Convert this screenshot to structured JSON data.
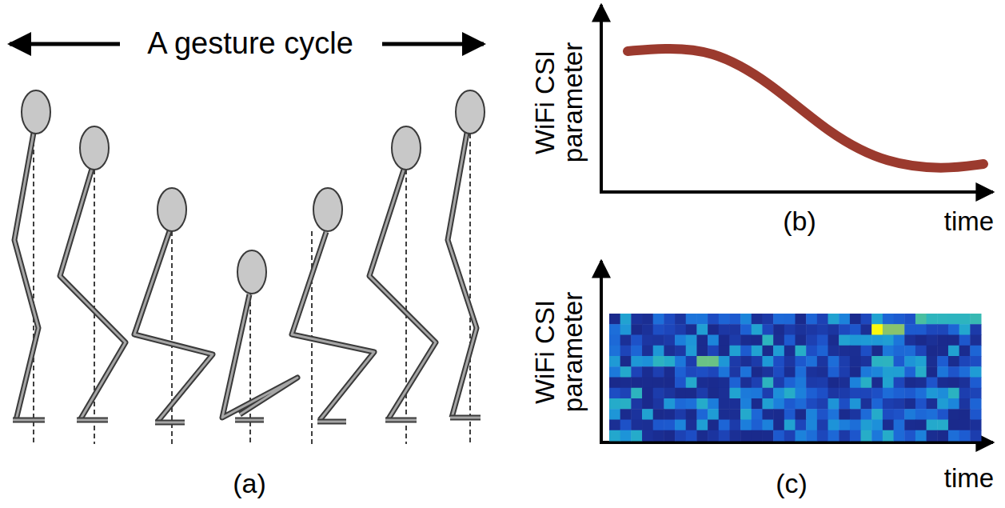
{
  "diagram": {
    "labels": [
      "A gesture cycle",
      "(a)",
      "WiFi CSI parameter",
      "time",
      "(b)",
      "WiFi CSI parameter",
      "time",
      "(c)"
    ]
  }
}
